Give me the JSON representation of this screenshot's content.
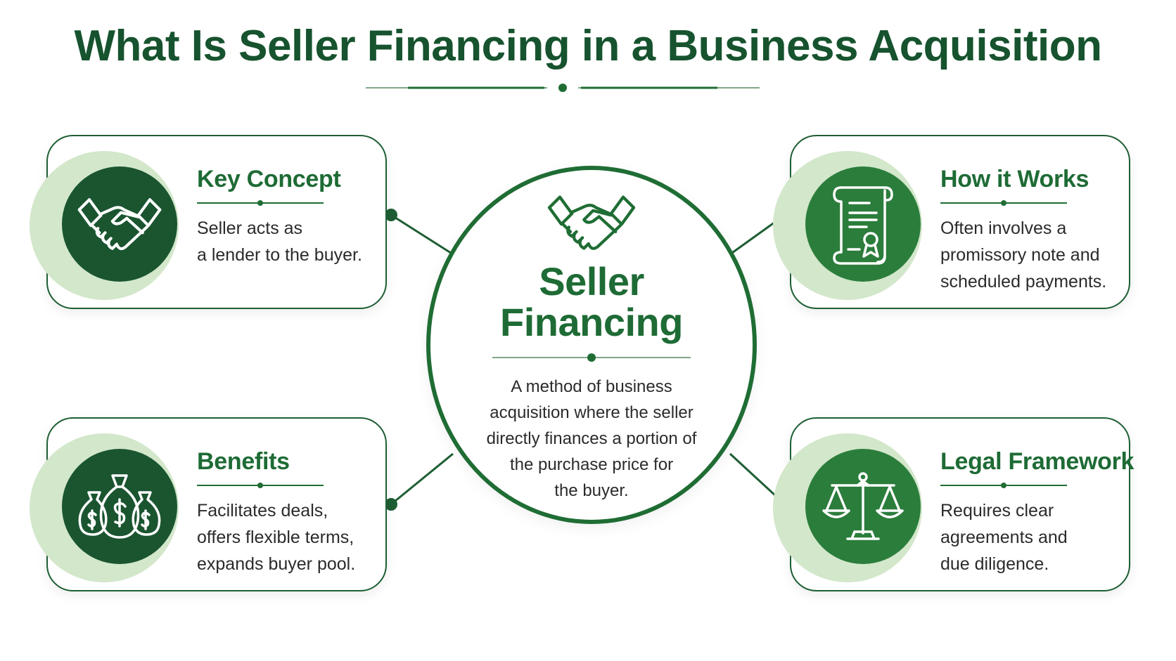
{
  "title": "What Is Seller Financing in a Business Acquisition",
  "center": {
    "title_lines": [
      "Seller",
      "Financing"
    ],
    "description_lines": [
      "A method of business",
      "acquisition where the seller",
      "directly finances a portion of",
      "the purchase price for",
      "the buyer."
    ],
    "icon": "handshake-icon"
  },
  "cards": {
    "key_concept": {
      "title": "Key Concept",
      "text_lines": [
        "Seller acts as",
        "a lender to the buyer."
      ],
      "icon": "handshake-icon"
    },
    "how_it_works": {
      "title": "How it Works",
      "text_lines": [
        "Often involves a",
        "promissory note and",
        "scheduled payments."
      ],
      "icon": "promissory-note-icon"
    },
    "benefits": {
      "title": "Benefits",
      "text_lines": [
        "Facilitates deals,",
        "offers flexible terms,",
        "expands buyer pool."
      ],
      "icon": "money-bags-icon"
    },
    "legal_framework": {
      "title": "Legal Framework",
      "text_lines": [
        "Requires clear",
        "agreements and",
        "due diligence."
      ],
      "icon": "scales-icon"
    }
  },
  "colors": {
    "dark_green": "#16532e",
    "accent_green": "#1e6b35",
    "light_green": "#d3e7cb",
    "text": "#2b2b2b"
  }
}
